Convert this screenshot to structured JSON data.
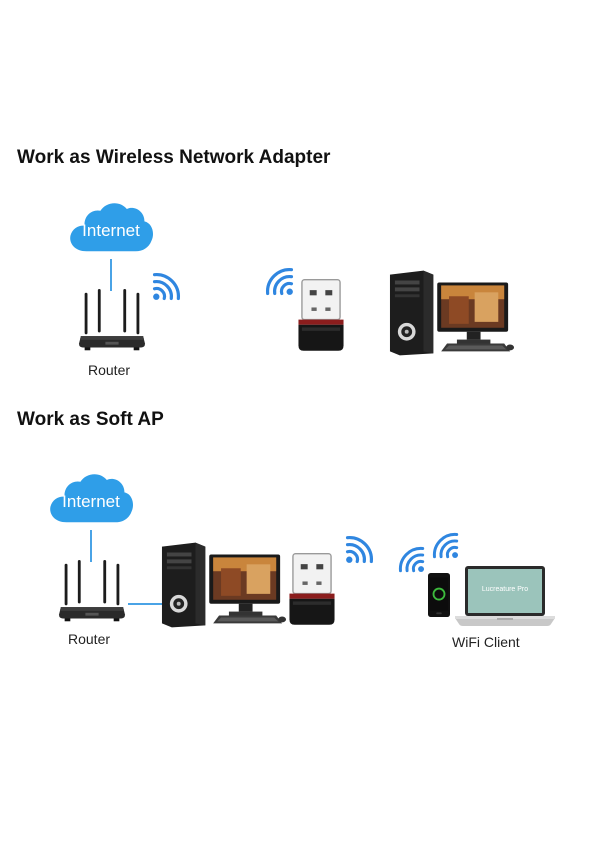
{
  "sections": [
    {
      "title": "Work as Wireless Network Adapter",
      "cloud_label": "Internet",
      "router_label": "Router"
    },
    {
      "title": "Work as Soft AP",
      "cloud_label": "Internet",
      "router_label": "Router",
      "client_label": "WiFi Client",
      "laptop_screen_text": "Lucreature Pro"
    }
  ],
  "colors": {
    "cloud": "#2f9ee8",
    "wifi": "#2f86e0",
    "link": "#4aa3e6"
  },
  "icons": [
    "cloud-icon",
    "router-icon",
    "wifi-signal-icon",
    "usb-adapter-icon",
    "desktop-pc-icon",
    "smartphone-icon",
    "laptop-icon"
  ]
}
